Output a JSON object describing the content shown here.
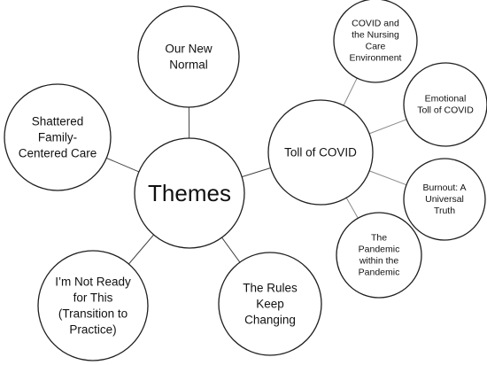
{
  "center": {
    "label": "Themes"
  },
  "themes": [
    {
      "id": "our-new-normal",
      "lines": [
        "Our New",
        "Normal"
      ]
    },
    {
      "id": "toll-of-covid",
      "lines": [
        "Toll of COVID"
      ]
    },
    {
      "id": "shattered-family-centered-care",
      "lines": [
        "Shattered",
        "Family-",
        "Centered Care"
      ]
    },
    {
      "id": "not-ready-for-this",
      "lines": [
        "I’m Not Ready",
        "for This",
        "(Transition to",
        "Practice)"
      ]
    },
    {
      "id": "rules-keep-changing",
      "lines": [
        "The Rules",
        "Keep",
        "Changing"
      ]
    }
  ],
  "subthemes": [
    {
      "id": "covid-nursing-care-environment",
      "lines": [
        "COVID and",
        "the Nursing",
        "Care",
        "Environment"
      ]
    },
    {
      "id": "emotional-toll-of-covid",
      "lines": [
        "Emotional",
        "Toll of COVID"
      ]
    },
    {
      "id": "burnout-universal-truth",
      "lines": [
        "Burnout: A",
        "Universal",
        "Truth"
      ]
    },
    {
      "id": "pandemic-within-pandemic",
      "lines": [
        "The",
        "Pandemic",
        "within the",
        "Pandemic"
      ]
    }
  ]
}
